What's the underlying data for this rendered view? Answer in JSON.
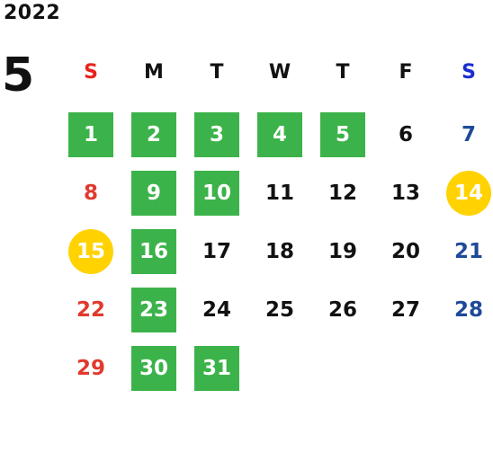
{
  "calendar": {
    "year": "2022",
    "month": "5",
    "weekdays": [
      "S",
      "M",
      "T",
      "W",
      "T",
      "F",
      "S"
    ],
    "weekday_colors": [
      "#e8231b",
      "#111111",
      "#111111",
      "#111111",
      "#111111",
      "#111111",
      "#1a2ecf"
    ],
    "colors": {
      "sunday": "#e03a2e",
      "saturday": "#1f4a99",
      "weekday": "#111111",
      "green_highlight": "#3cb34a",
      "yellow_circle": "#ffd200",
      "highlight_text": "#ffffff"
    },
    "weeks": [
      [
        {
          "d": "1",
          "mark": "green"
        },
        {
          "d": "2",
          "mark": "green"
        },
        {
          "d": "3",
          "mark": "green"
        },
        {
          "d": "4",
          "mark": "green"
        },
        {
          "d": "5",
          "mark": "green"
        },
        {
          "d": "6",
          "mark": ""
        },
        {
          "d": "7",
          "mark": ""
        }
      ],
      [
        {
          "d": "8",
          "mark": ""
        },
        {
          "d": "9",
          "mark": "green"
        },
        {
          "d": "10",
          "mark": "green"
        },
        {
          "d": "11",
          "mark": ""
        },
        {
          "d": "12",
          "mark": ""
        },
        {
          "d": "13",
          "mark": ""
        },
        {
          "d": "14",
          "mark": "circle"
        }
      ],
      [
        {
          "d": "15",
          "mark": "circle"
        },
        {
          "d": "16",
          "mark": "green"
        },
        {
          "d": "17",
          "mark": ""
        },
        {
          "d": "18",
          "mark": ""
        },
        {
          "d": "19",
          "mark": ""
        },
        {
          "d": "20",
          "mark": ""
        },
        {
          "d": "21",
          "mark": ""
        }
      ],
      [
        {
          "d": "22",
          "mark": ""
        },
        {
          "d": "23",
          "mark": "green"
        },
        {
          "d": "24",
          "mark": ""
        },
        {
          "d": "25",
          "mark": ""
        },
        {
          "d": "26",
          "mark": ""
        },
        {
          "d": "27",
          "mark": ""
        },
        {
          "d": "28",
          "mark": ""
        }
      ],
      [
        {
          "d": "29",
          "mark": ""
        },
        {
          "d": "30",
          "mark": "green"
        },
        {
          "d": "31",
          "mark": "green"
        }
      ]
    ]
  }
}
